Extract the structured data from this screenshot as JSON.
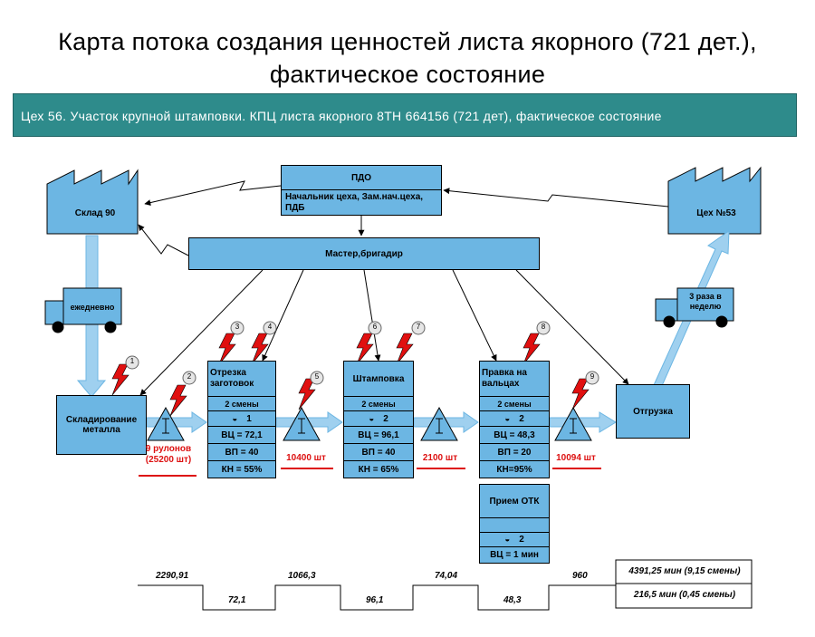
{
  "title": {
    "line1": "Карта потока создания ценностей листа якорного (721 дет.),",
    "line2": "фактическое состояние"
  },
  "banner": "Цех 56. Участок крупной штамповки. КПЦ листа якорного 8ТН 664156 (721 дет), фактическое состояние",
  "pdo": {
    "name": "ПДО",
    "sub": "Начальник цеха, Зам.нач.цеха, ПДБ"
  },
  "master": "Мастер,бригадир",
  "supplier": "Склад 90",
  "customer": "Цех №53",
  "truck_in": "ежедневно",
  "truck_out": "3 раза в неделю",
  "storage": "Складирование металла",
  "shipping": "Отгрузка",
  "processes": [
    {
      "name": "Отрезка заготовок",
      "shifts": "2 смены",
      "operators": "1",
      "ct": "ВЦ = 72,1",
      "vp": "ВП = 40",
      "kn": "КН = 55%"
    },
    {
      "name": "Штамповка",
      "shifts": "2 смены",
      "operators": "2",
      "ct": "ВЦ = 96,1",
      "vp": "ВП = 40",
      "kn": "КН = 65%"
    },
    {
      "name": "Правка на вальцах",
      "shifts": "2 смены",
      "operators": "2",
      "ct": "ВЦ = 48,3",
      "vp": "ВП = 20",
      "kn": "КН=95%"
    }
  ],
  "otk": {
    "name": "Прием ОТК",
    "operators": "2",
    "ct": "ВЦ = 1 мин"
  },
  "inventory": [
    {
      "label": "9 рулонов (25200 шт)"
    },
    {
      "label": "10400 шт"
    },
    {
      "label": "2100 шт"
    },
    {
      "label": "10094 шт"
    }
  ],
  "kaizen_numbers": [
    "1",
    "2",
    "3",
    "4",
    "5",
    "6",
    "7",
    "8",
    "9"
  ],
  "timeline": {
    "upper": [
      "2290,91",
      "1066,3",
      "74,04",
      "960"
    ],
    "lower": [
      "72,1",
      "96,1",
      "48,3"
    ],
    "total_lead": "4391,25 мин (9,15 смены)",
    "total_value": "216,5 мин (0,45 смены)"
  },
  "colors": {
    "box": "#6cb6e3",
    "banner": "#2e8b8b",
    "kaizen": "#e01010",
    "arrow": "#9fd0ef"
  }
}
